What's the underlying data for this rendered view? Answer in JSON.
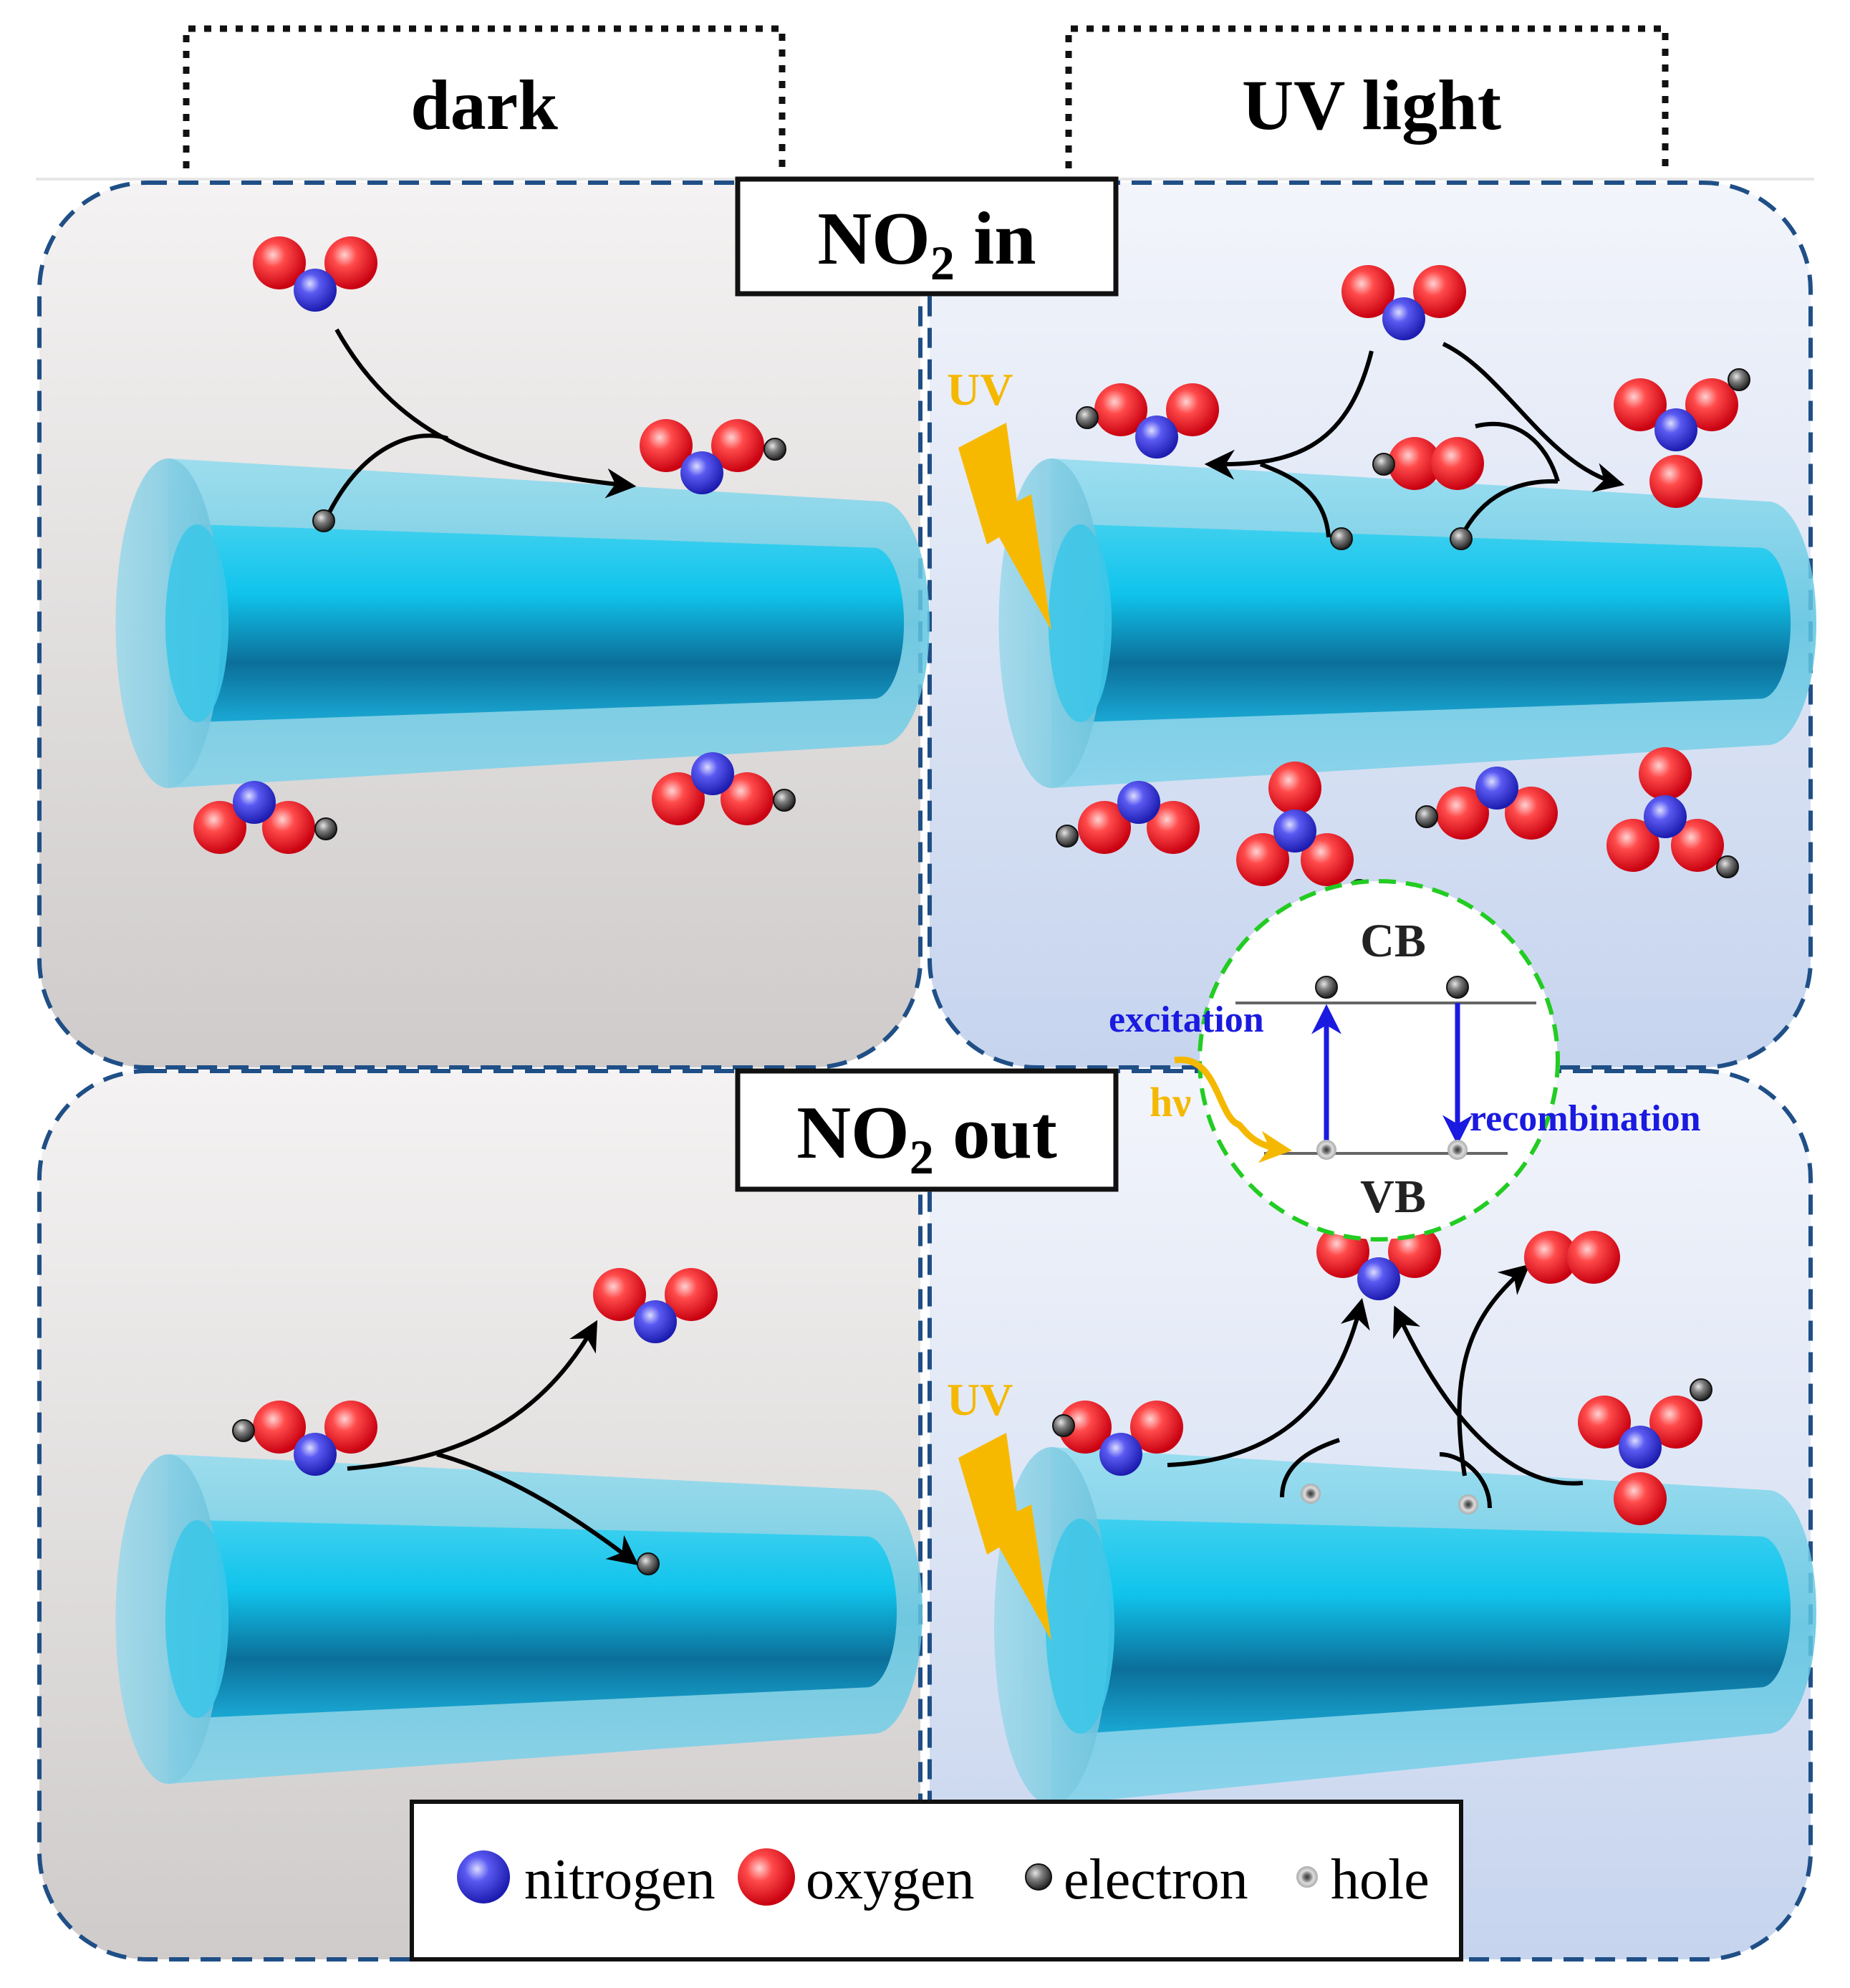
{
  "headers": {
    "dark": "dark",
    "uv": "UV light"
  },
  "stages": {
    "in": {
      "main": "NO",
      "sub": "2",
      "rest": " in"
    },
    "out": {
      "main": "NO",
      "sub": "2",
      "rest": " out"
    }
  },
  "uv_label": "UV",
  "band": {
    "cb": "CB",
    "vb": "VB",
    "excitation": "excitation",
    "recombination": "recombination",
    "hv": "hν"
  },
  "legend": {
    "nitrogen": "nitrogen",
    "oxygen": "oxygen",
    "electron": "electron",
    "hole": "hole"
  },
  "colors": {
    "nitrogen": "#3a3ae0",
    "oxygen": "#e8222a",
    "electron": "#555555",
    "tube": "#1fb4dc",
    "uv": "#f5b800",
    "band_arrow": "#1a1ae0",
    "circle": "#22cc22",
    "frame": "#1f4f86"
  }
}
